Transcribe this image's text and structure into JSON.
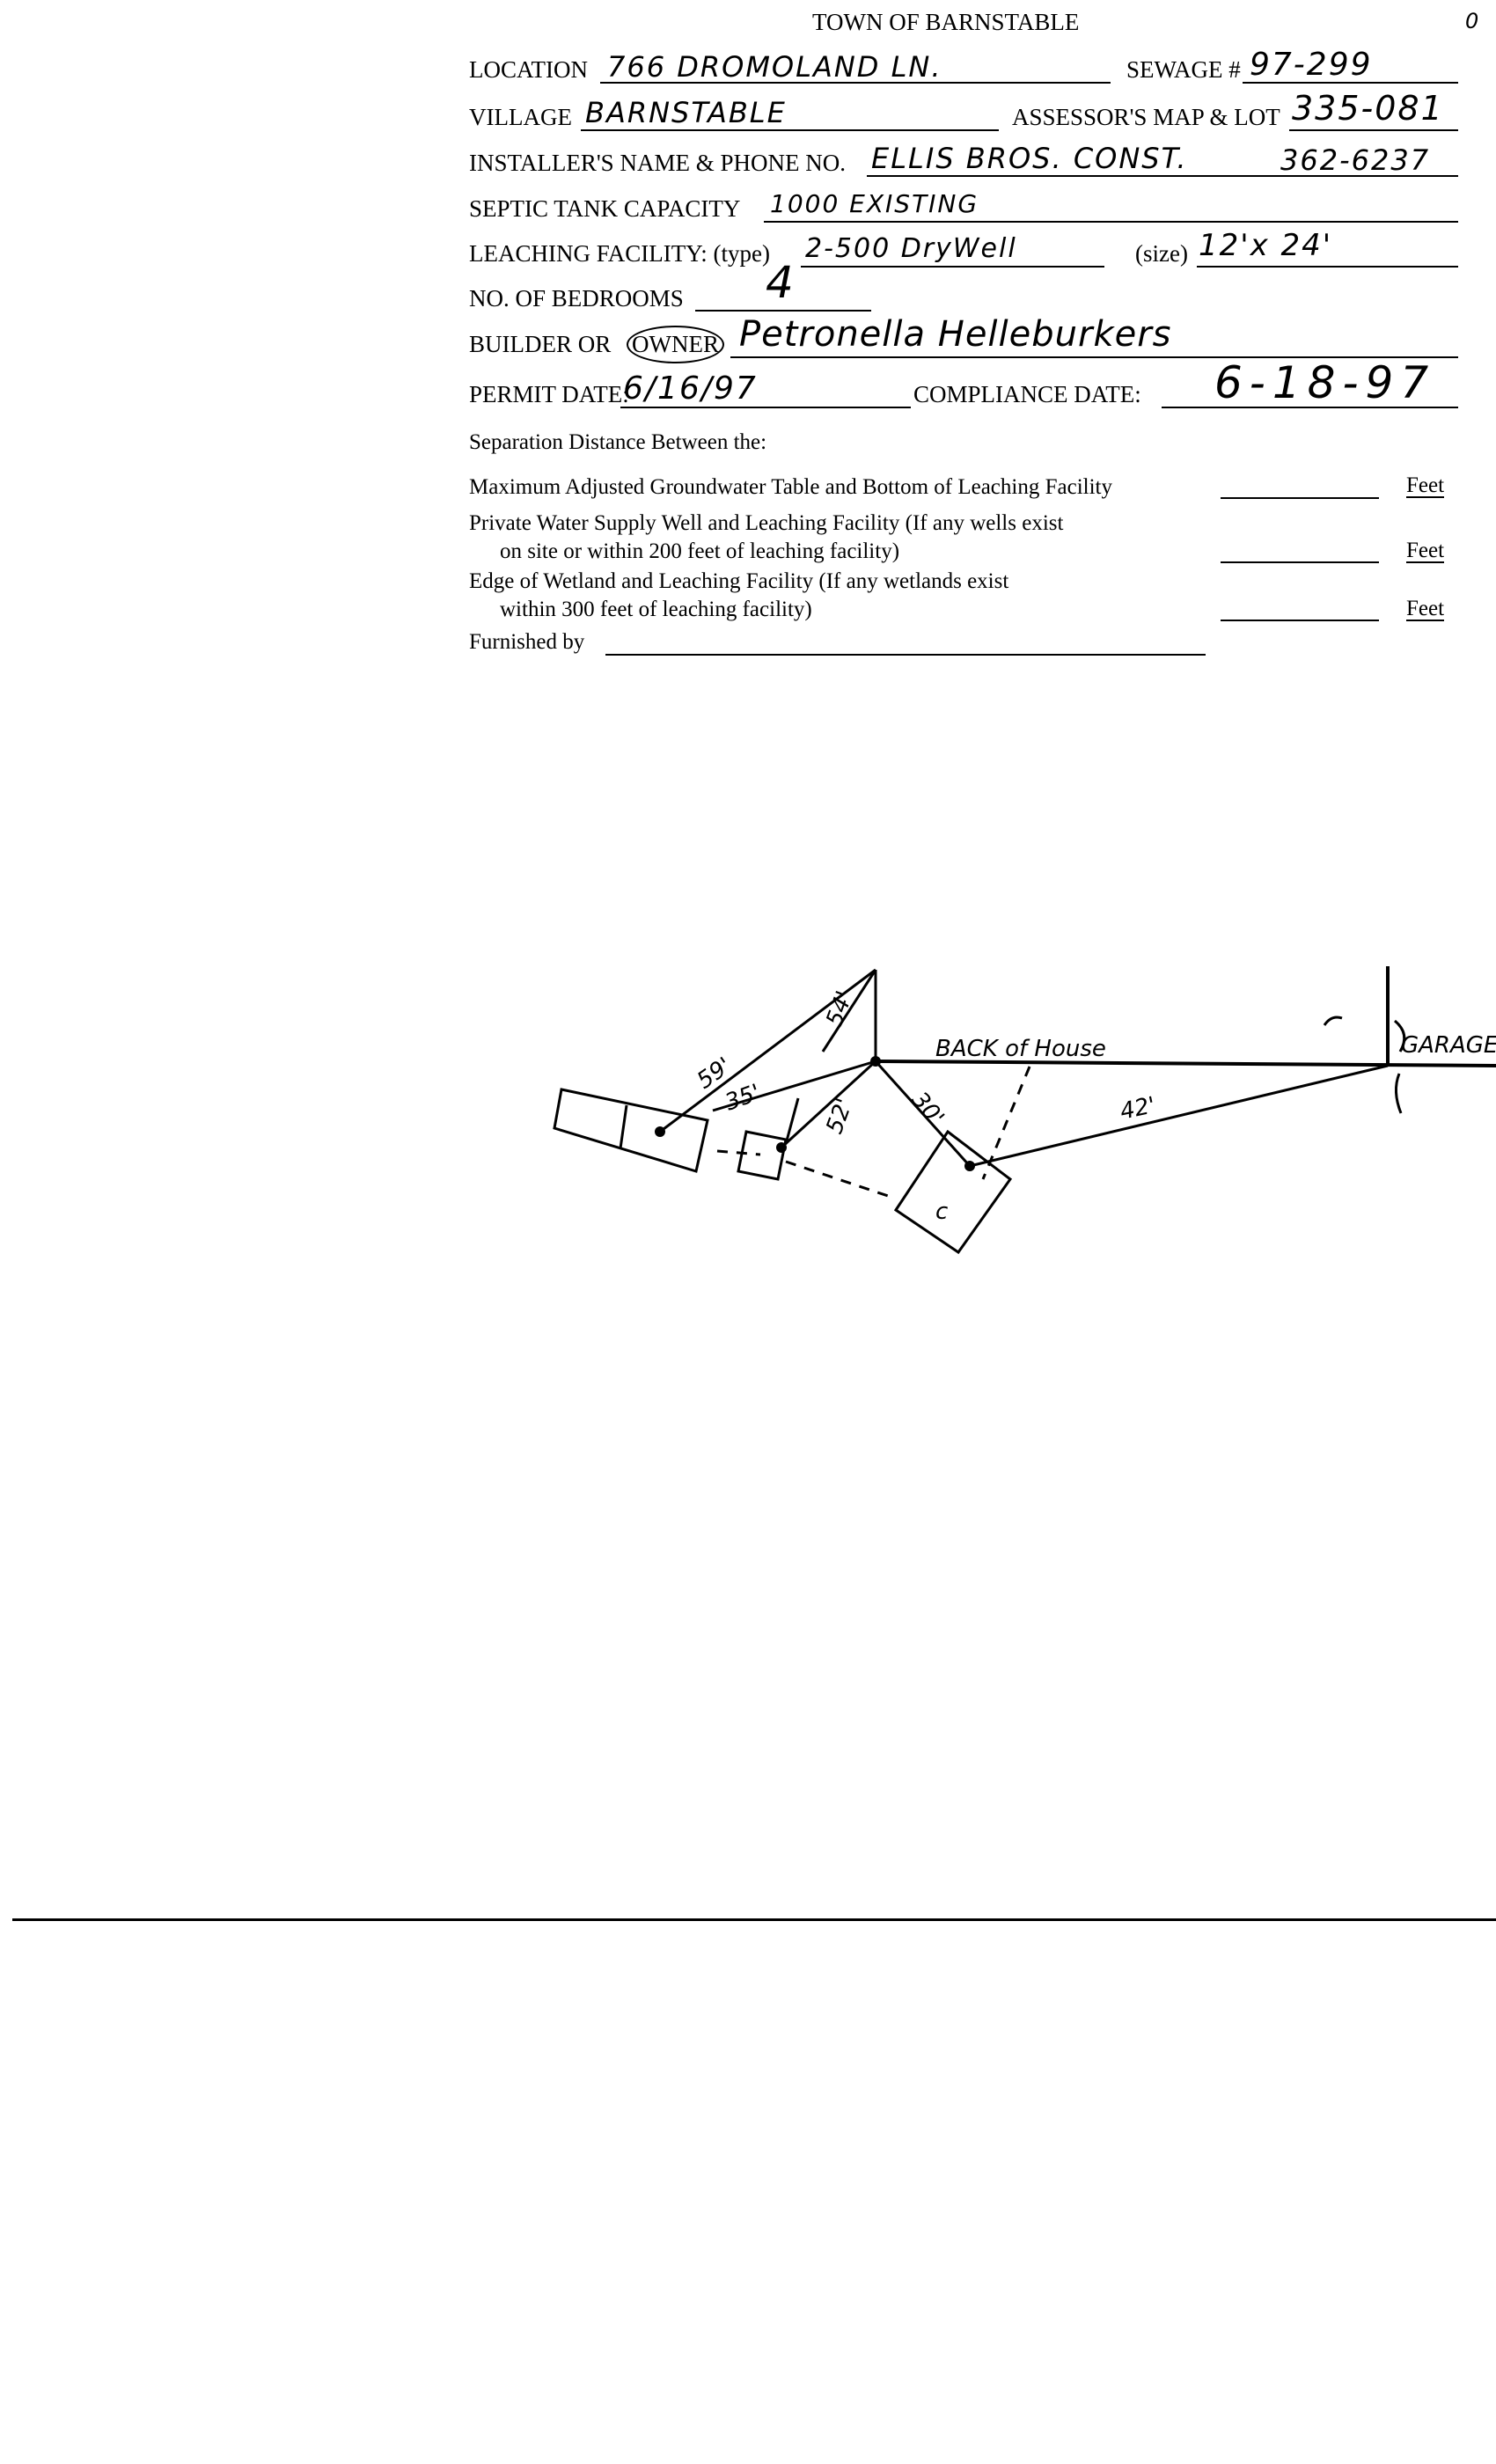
{
  "header": {
    "title": "TOWN OF BARNSTABLE",
    "corner_mark": "0"
  },
  "form": {
    "location": {
      "label": "LOCATION",
      "value": "766 DROMOLAND LN."
    },
    "sewage": {
      "label": "SEWAGE #",
      "value": "97-299"
    },
    "village": {
      "label": "VILLAGE",
      "value": "BARNSTABLE"
    },
    "assessor": {
      "label": "ASSESSOR'S MAP & LOT",
      "value": "335-081"
    },
    "installer": {
      "label": "INSTALLER'S NAME & PHONE NO.",
      "value": "ELLIS BROS. CONST.",
      "phone": "362-6237"
    },
    "septic": {
      "label": "SEPTIC TANK CAPACITY",
      "value": "1000 EXISTING"
    },
    "leaching": {
      "label": "LEACHING FACILITY: (type)",
      "value": "2-500 DryWell",
      "size_label": "(size)",
      "size_value": "12'x 24'"
    },
    "bedrooms": {
      "label": "NO. OF BEDROOMS",
      "value": "4"
    },
    "builder": {
      "label_builder": "BUILDER OR",
      "label_owner": "OWNER",
      "value": "Petronella Helleburkers"
    },
    "permit": {
      "label": "PERMIT DATE:",
      "value": "6/16/97"
    },
    "compliance": {
      "label": "COMPLIANCE DATE:",
      "value": "6-18-97"
    },
    "separation_heading": "Separation Distance Between the:",
    "separation": [
      {
        "line1": "Maximum Adjusted Groundwater Table and Bottom of Leaching Facility",
        "line2": "",
        "unit": "Feet"
      },
      {
        "line1": "Private Water Supply Well and Leaching Facility  (If any wells exist",
        "line2": "on site or within 200 feet of leaching facility)",
        "unit": "Feet"
      },
      {
        "line1": "Edge of Wetland and Leaching Facility (If any wetlands exist",
        "line2": "within 300 feet of leaching facility)",
        "unit": "Feet"
      }
    ],
    "furnished_by": {
      "label": "Furnished by"
    }
  },
  "sketch": {
    "back_of_house": "BACK of House",
    "garage": "GARAGE",
    "dim_59": "59'",
    "dim_35": "35'",
    "dim_54": "54'",
    "dim_52": "52'",
    "dim_30": "30'",
    "dim_42": "42'",
    "tank_mark": "c"
  }
}
